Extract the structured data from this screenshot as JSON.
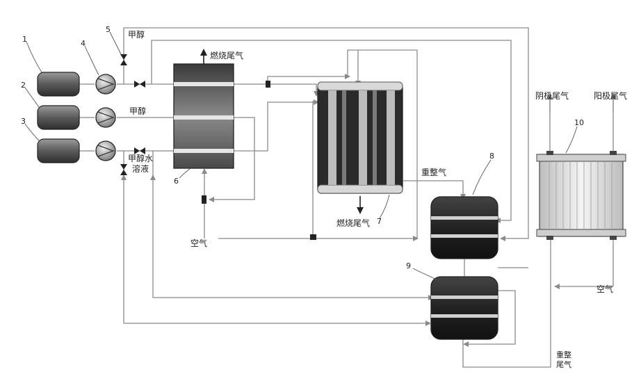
{
  "numbers": [
    "1",
    "2",
    "3",
    "4",
    "5",
    "6",
    "7",
    "8",
    "9",
    "10"
  ],
  "labels": {
    "methanol_top": "甲醇",
    "methanol_mid": "甲醇",
    "methanol_water_1": "甲醇水",
    "methanol_water_2": "溶液",
    "burn_exhaust_top": "燃烧尾气",
    "burn_exhaust_bottom": "燃烧尾气",
    "reform_gas": "重整气",
    "cathode_exhaust": "阴极尾气",
    "anode_exhaust": "阳极尾气",
    "air_left": "空气",
    "air_right": "空气",
    "reform_gas_bottom_1": "重整",
    "reform_gas_bottom_2": "尾气"
  }
}
